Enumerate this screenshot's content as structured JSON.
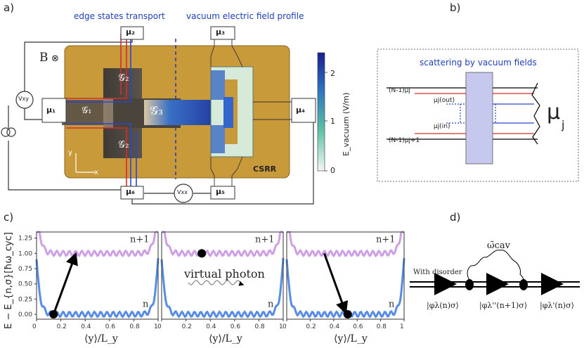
{
  "panel_labels": {
    "a": "a)",
    "b": "b)",
    "c": "c)",
    "d": "d)"
  },
  "panel_a": {
    "header_left": "edge states transport",
    "header_right": "vacuum electric field profile",
    "b_field": "B",
    "b_symbol": "⊗",
    "contacts": [
      "μ₂",
      "μ₃",
      "μ₁",
      "μ₄",
      "μ₆",
      "μ₅"
    ],
    "regions": [
      "𝒢₂",
      "𝒢₁",
      "𝒢₃",
      "𝒢₂"
    ],
    "meters": [
      "Vxy",
      "Vxx"
    ],
    "device_label": "CSRR",
    "axes": [
      "y",
      "x"
    ],
    "colorbar": {
      "label": "E_vacuum (V/m)",
      "ticks": [
        "2",
        "1",
        "0"
      ]
    }
  },
  "panel_b": {
    "title": "scattering by vacuum fields",
    "labels": [
      "(N-1)μj",
      "μj(out)",
      "μj(in)",
      "(N-1)μj+1"
    ],
    "mu_label": "μ",
    "mu_sub": "j"
  },
  "panel_c": {
    "ylabel": "E − E_{n,σ}[ħω_cyc]",
    "xlabel": "⟨y⟩/L_y",
    "yticks": [
      "1.25",
      "1.00",
      "0.75",
      "0.50",
      "0.25",
      "0.00"
    ],
    "xticks": [
      "0",
      "0.2",
      "0.4",
      "0.6",
      "0.8",
      "1"
    ],
    "band_upper": "n+1",
    "band_lower": "n",
    "annotation": "virtual photon"
  },
  "panel_d": {
    "cav_label": "ω̃cav",
    "disorder_label": "With disorder",
    "states": [
      "|φλ(n)σ⟩",
      "|φλ''(n+1)σ⟩",
      "|φλ'(n)σ⟩"
    ]
  },
  "chart_data": {
    "type": "scatter",
    "xlabel": "⟨y⟩/L_y",
    "ylabel": "E − E_{n,σ}[ħω_cyc]",
    "xlim": [
      0,
      1
    ],
    "ylim": [
      -0.08,
      1.35
    ],
    "series": [
      {
        "name": "n",
        "y_bulk": 0.0
      },
      {
        "name": "n+1",
        "y_bulk": 1.0
      }
    ],
    "markers": [
      {
        "panel": 1,
        "x": 0.14,
        "y": 0.0
      },
      {
        "panel": 2,
        "x": 0.33,
        "y": 1.0
      },
      {
        "panel": 3,
        "x": 0.52,
        "y": 0.0
      }
    ]
  }
}
